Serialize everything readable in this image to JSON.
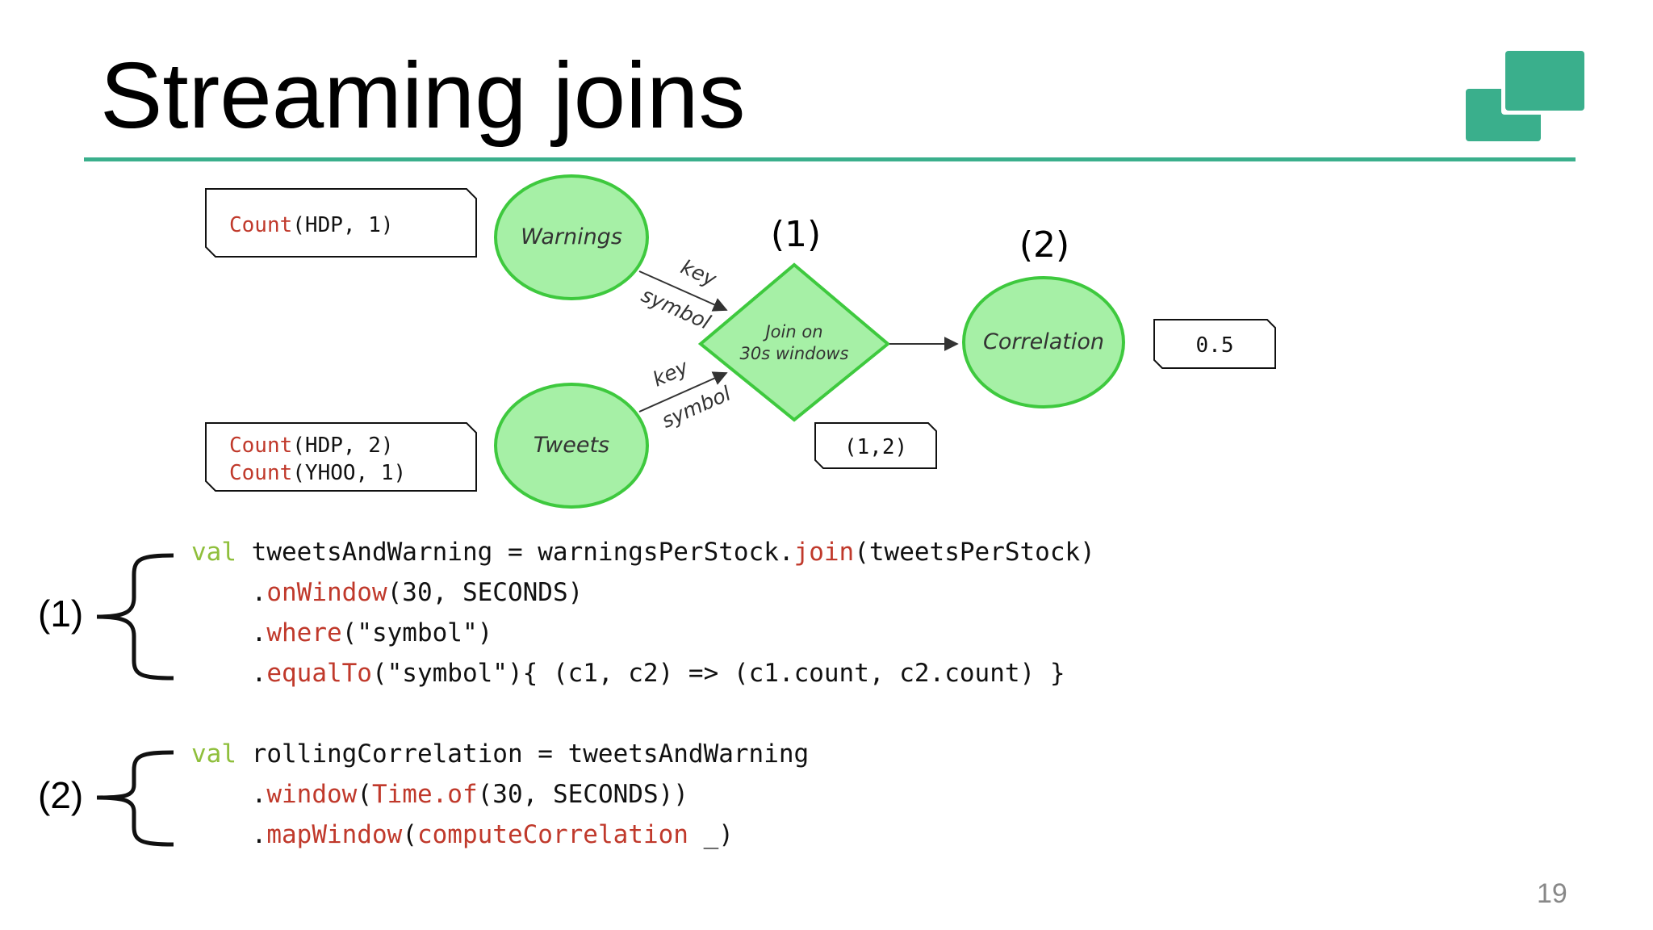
{
  "slide": {
    "title": "Streaming joins",
    "page_number": "19",
    "accent_color": "#3aaf8c"
  },
  "diagram": {
    "nodes": {
      "warnings": "Warnings",
      "tweets": "Tweets",
      "join_line1": "Join on",
      "join_line2": "30s windows",
      "correlation": "Correlation"
    },
    "edges": {
      "warn_key": "key",
      "warn_symbol": "symbol",
      "tweet_key": "key",
      "tweet_symbol": "symbol"
    },
    "step_labels": {
      "join": "(1)",
      "correlation": "(2)"
    },
    "boxes": {
      "warnings_count": {
        "fn": "Count",
        "args": "(HDP, 1)"
      },
      "tweets_count_1": {
        "fn": "Count",
        "args": "(HDP, 2)"
      },
      "tweets_count_2": {
        "fn": "Count",
        "args": "(YHOO, 1)"
      },
      "join_result": "(1,2)",
      "correlation_result": "0.5"
    },
    "node_fill": "#a6f0a6",
    "node_stroke": "#3ec93e"
  },
  "code": {
    "block1_label": "(1)",
    "block2_label": "(2)",
    "lines": [
      {
        "kw": "val",
        "t1": " tweetsAndWarning = warningsPerStock.",
        "f1": "join",
        "t2": "(tweetsPerStock)"
      },
      {
        "kw": "",
        "t1": "    .",
        "f1": "onWindow",
        "t2": "(30, SECONDS)"
      },
      {
        "kw": "",
        "t1": "    .",
        "f1": "where",
        "t2": "(\"symbol\")"
      },
      {
        "kw": "",
        "t1": "    .",
        "f1": "equalTo",
        "t2": "(\"symbol\"){ (c1, c2) => (c1.count, c2.count) }"
      },
      {
        "kw": "val",
        "t1": " rollingCorrelation = tweetsAndWarning",
        "f1": "",
        "t2": ""
      },
      {
        "kw": "",
        "t1": "    .",
        "f1": "window",
        "t2": "(",
        "f2": "Time.of",
        "t3": "(30, SECONDS))"
      },
      {
        "kw": "",
        "t1": "    .",
        "f1": "mapWindow",
        "t2": "(",
        "f2": "computeCorrelation",
        "t3": " _)"
      }
    ]
  }
}
